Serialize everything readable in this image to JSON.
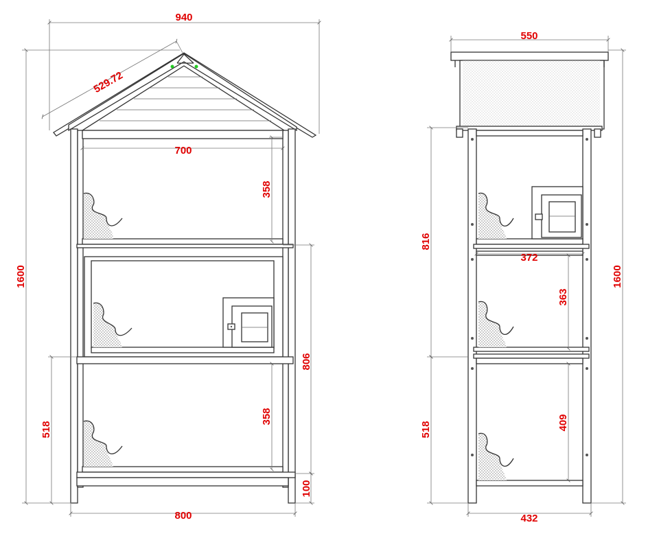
{
  "front_view": {
    "dimensions": {
      "total_width": "940",
      "roof_slope": "529.72",
      "inner_width": "700",
      "top_compartment_height": "358",
      "total_height": "1600",
      "middle_section_height": "806",
      "lower_compartment_height": "358",
      "lower_section_height": "518",
      "leg_height": "100",
      "base_width": "800"
    }
  },
  "side_view": {
    "dimensions": {
      "roof_depth": "550",
      "body_height": "816",
      "shelf_depth": "372",
      "middle_compartment_height": "363",
      "total_height": "1600",
      "lower_section_height": "518",
      "lower_compartment_height": "409",
      "base_depth": "432"
    }
  },
  "colors": {
    "dimension_text": "#e00000",
    "outline": "#333333",
    "accent_marker": "#22cc22"
  }
}
